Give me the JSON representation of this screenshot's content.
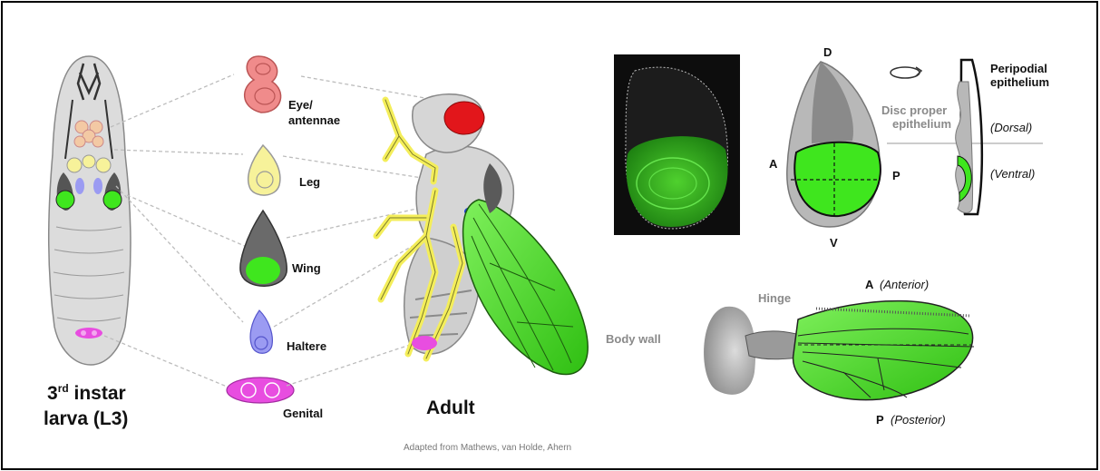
{
  "larva": {
    "title_line1_main": "3",
    "title_sup": "rd",
    "title_line1_rest": " instar",
    "title_line2": "larva (L3)"
  },
  "discs": [
    {
      "label_line1": "Eye/",
      "label_line2": "antennae"
    },
    {
      "label": "Leg"
    },
    {
      "label": "Wing"
    },
    {
      "label": "Haltere"
    },
    {
      "label": "Genital"
    }
  ],
  "adult": {
    "label": "Adult"
  },
  "credit": "Adapted from Mathews, van Holde, Ahern",
  "wing_disc": {
    "axis_d": "D",
    "axis_v": "V",
    "axis_a": "A",
    "axis_p": "P",
    "disc_proper_line1": "Disc proper",
    "disc_proper_line2": "epithelium",
    "peripodial_line1": "Peripodial",
    "peripodial_line2": "epithelium",
    "dorsal": "(Dorsal)",
    "ventral": "(Ventral)"
  },
  "adult_wing": {
    "hinge": "Hinge",
    "body_wall": "Body wall",
    "a_letter": "A",
    "a_label": "(Anterior)",
    "p_letter": "P",
    "p_label": "(Posterior)"
  },
  "colors": {
    "green": "#3fe61e",
    "eye": "#f08b8b",
    "leg": "#f7f29a",
    "wing_grey": "#6a6a6a",
    "haltere": "#9b9bf2",
    "genital": "#e84de0",
    "red_eye": "#e2161b"
  }
}
